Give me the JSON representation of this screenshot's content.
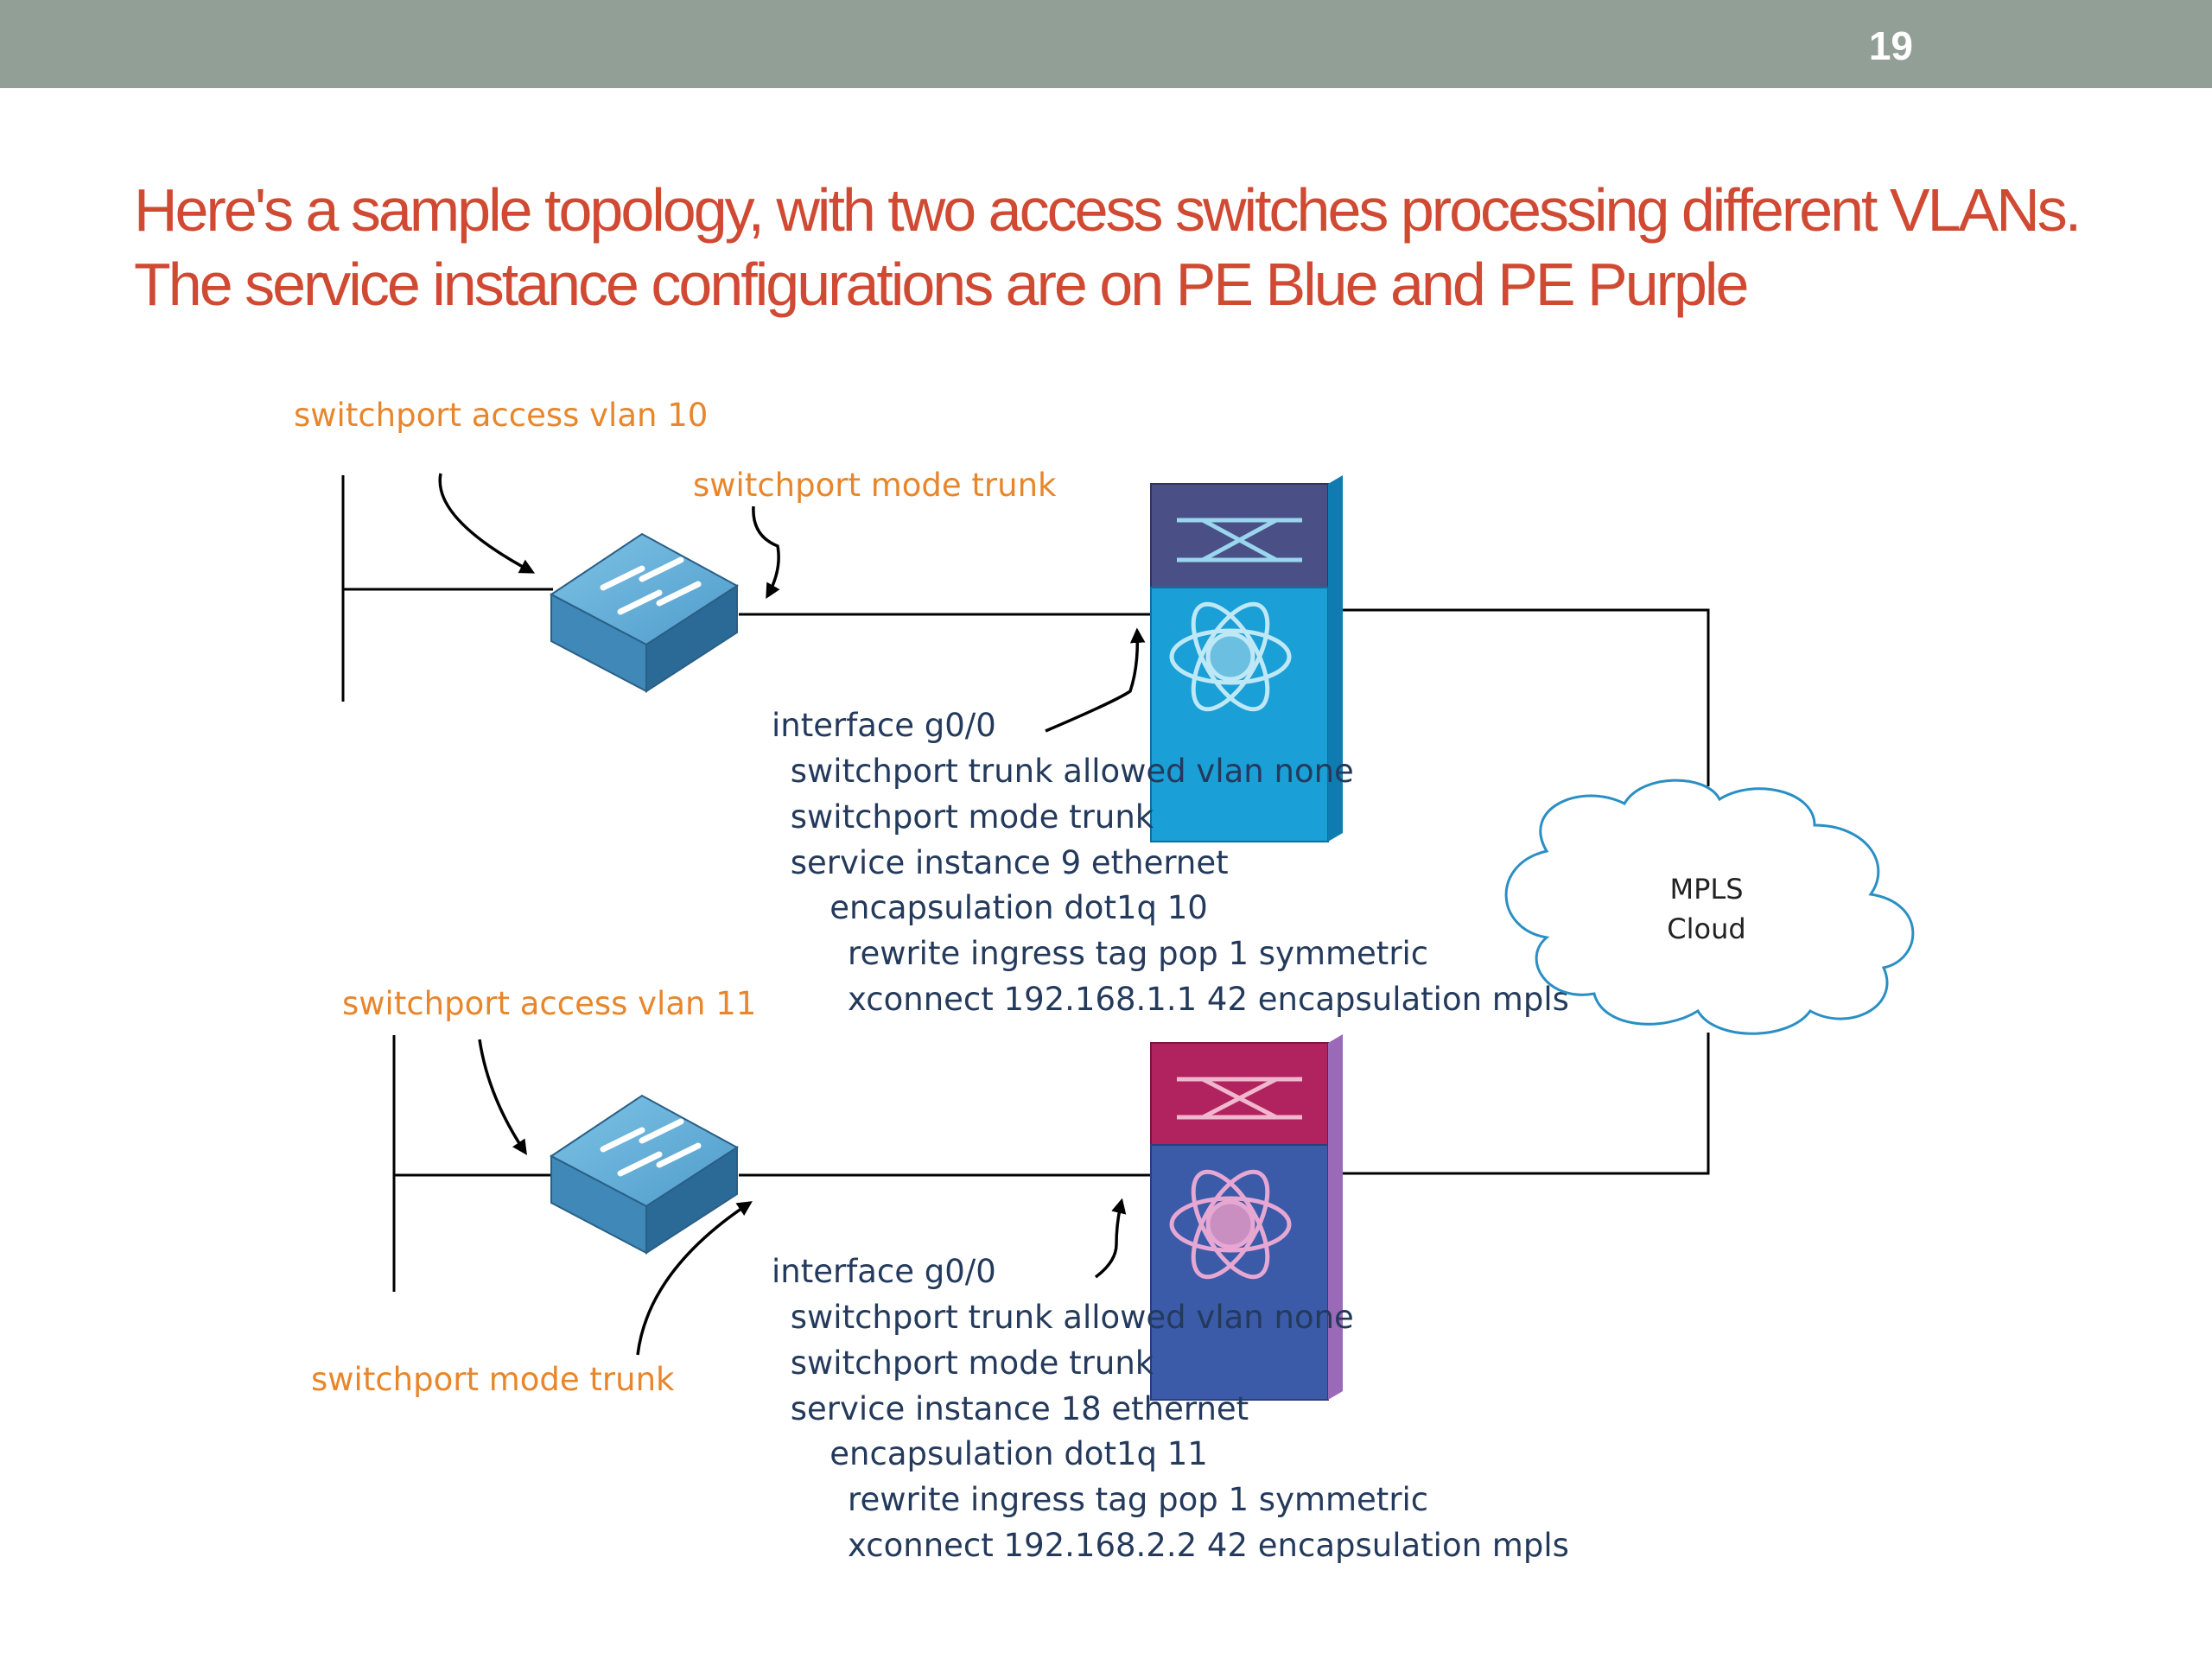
{
  "slide_number": "19",
  "title": {
    "line1": "Here's a sample topology, with two access switches processing different VLANs.",
    "line2": "The service instance configurations are on PE Blue and PE Purple"
  },
  "top": {
    "access_label": "switchport access vlan 10",
    "trunk_label": "switchport mode trunk",
    "config": [
      "interface g0/0",
      " switchport trunk allowed vlan none",
      " switchport mode trunk",
      " service instance 9 ethernet",
      "   encapsulation dot1q 10",
      "    rewrite ingress tag pop 1 symmetric",
      "    xconnect 192.168.1.1 42 encapsulation mpls"
    ]
  },
  "bottom": {
    "access_label": "switchport access vlan 11",
    "trunk_label": "switchport mode trunk",
    "config": [
      "interface g0/0",
      " switchport trunk allowed vlan none",
      " switchport mode trunk",
      " service instance 18 ethernet",
      "   encapsulation dot1q 11",
      "    rewrite ingress tag pop 1 symmetric",
      "    xconnect 192.168.2.2 42 encapsulation mpls"
    ]
  },
  "cloud": {
    "line1": "MPLS",
    "line2": "Cloud"
  },
  "colors": {
    "pe_blue": "#1a9fd6",
    "pe_purple": "#3b5aa8",
    "pe_blue_top": "#4a4f86",
    "pe_purple_top": "#b0235e",
    "switch": "#3d86b5"
  }
}
